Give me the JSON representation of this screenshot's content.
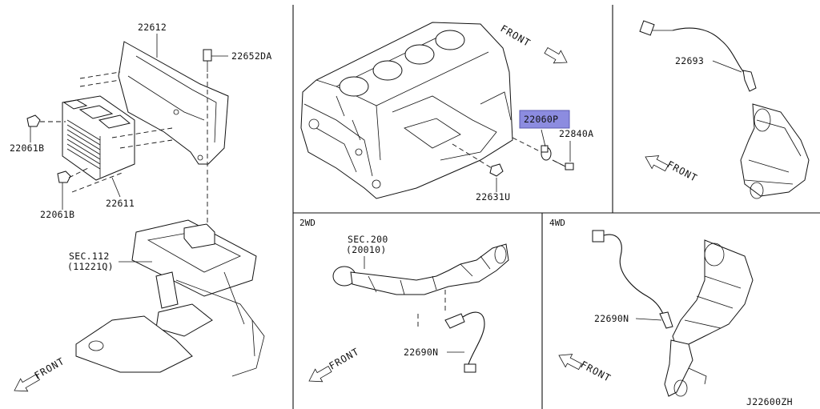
{
  "diagram_id": "J22600ZH",
  "highlight_color": "#8c8ce0",
  "panels": {
    "ecm": {
      "parts": [
        "22612",
        "22652DA",
        "22061B",
        "22061B",
        "22611"
      ],
      "section_ref": "SEC.112",
      "section_part": "(11221Q)",
      "front": "FRONT"
    },
    "engine_block": {
      "front": "FRONT",
      "parts": [
        "22060P",
        "22840A",
        "22631U"
      ]
    },
    "sensor_top": {
      "part": "22693",
      "front": "FRONT"
    },
    "wd2": {
      "header": "2WD",
      "section_ref": "SEC.200",
      "section_part": "(20010)",
      "part": "22690N",
      "front": "FRONT"
    },
    "wd4": {
      "header": "4WD",
      "part": "22690N",
      "front": "FRONT"
    }
  }
}
